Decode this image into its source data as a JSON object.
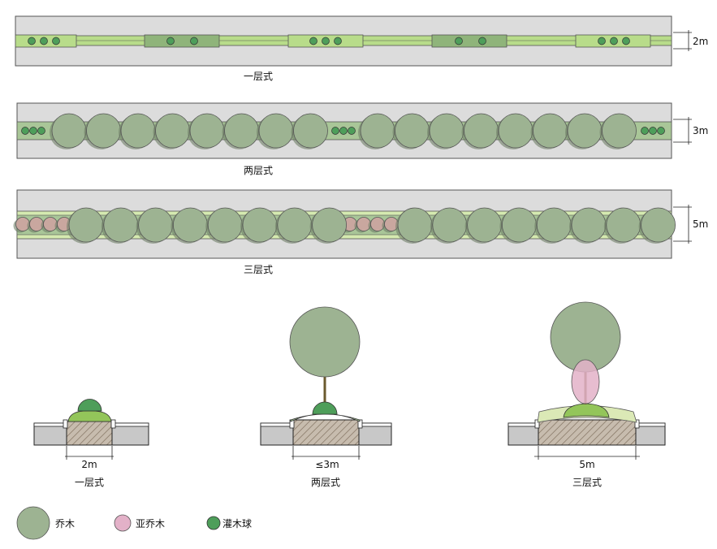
{
  "plan": {
    "one_layer": {
      "label": "一层式",
      "width_label": "2m"
    },
    "two_layer": {
      "label": "两层式",
      "width_label": "3m"
    },
    "three_layer": {
      "label": "三层式",
      "width_label": "5m"
    }
  },
  "sections": {
    "one_layer": {
      "label": "一层式",
      "width_label": "2m"
    },
    "two_layer": {
      "label": "两层式",
      "width_label": "≤3m"
    },
    "three_layer": {
      "label": "三层式",
      "width_label": "5m"
    }
  },
  "legend": {
    "tree": "乔木",
    "small_tree": "亚乔木",
    "shrub_ball": "灌木球"
  },
  "colors": {
    "road": "#dcdcdc",
    "tree": "#9db392",
    "small_tree": "#c9a79f",
    "shrub_ball": "#4e9e5a",
    "shrub_bed": "#93c55a",
    "grass": "#c7e29e",
    "legend_small_tree": "#e3b1c8"
  }
}
